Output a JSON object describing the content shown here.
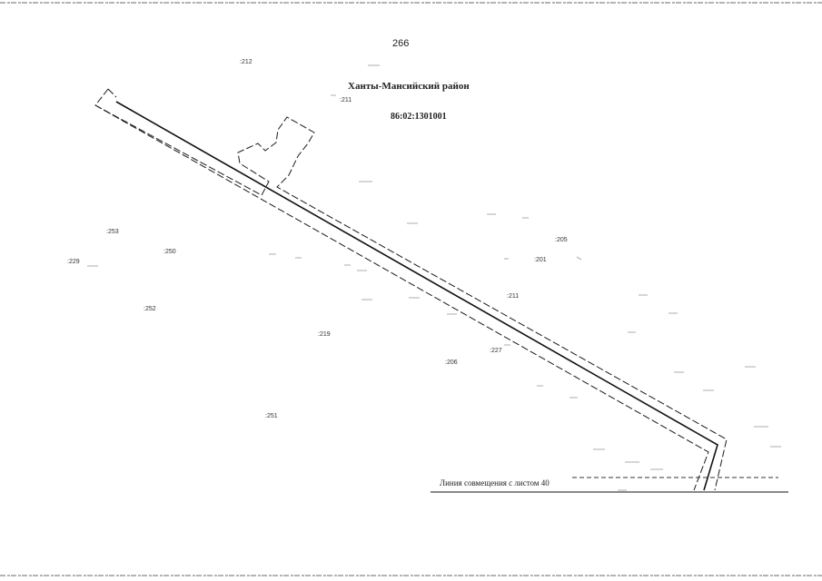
{
  "page_number": "266",
  "district_title": "Ханты-Мансийский район",
  "cadastral_number": "86:02:1301001",
  "junction_line_label": "Линия совмещения с листом 40",
  "parcel_labels": [
    ":212",
    ":211",
    ":253",
    ":250",
    ":229",
    ":252",
    ":219",
    ":251",
    ":206",
    ":205",
    ":201",
    ":211",
    ":227"
  ],
  "colors": {
    "line": "#1a1a1a",
    "background": "#ffffff",
    "noise": "#9a9a9a"
  }
}
